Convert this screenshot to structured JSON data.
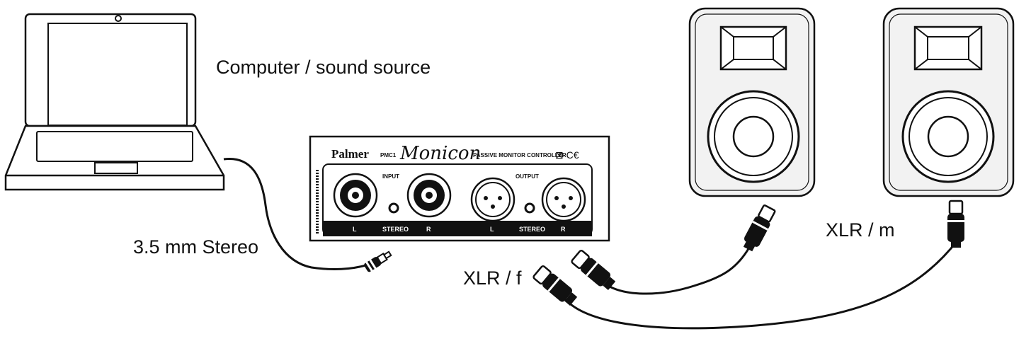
{
  "labels": {
    "computer": "Computer / sound source",
    "stereo": "3.5 mm Stereo",
    "xlr_female": "XLR / f",
    "xlr_male": "XLR / m"
  },
  "device": {
    "brand": "Palmer",
    "model": "PMC1",
    "product": "Monicon",
    "tagline": "PASSIVE MONITOR CONTROLLER",
    "marks": "⊠ C€",
    "input_label": "INPUT",
    "output_label": "OUTPUT",
    "jack_labels": [
      "L",
      "STEREO",
      "R",
      "L",
      "STEREO",
      "R"
    ]
  },
  "icons": [
    "laptop-icon",
    "speaker-icon",
    "xlr-connector-icon",
    "mini-jack-plug-icon"
  ],
  "colors": {
    "ink": "#111111",
    "panel_band": "#111111",
    "speaker_fill": "#f2f2f2"
  }
}
